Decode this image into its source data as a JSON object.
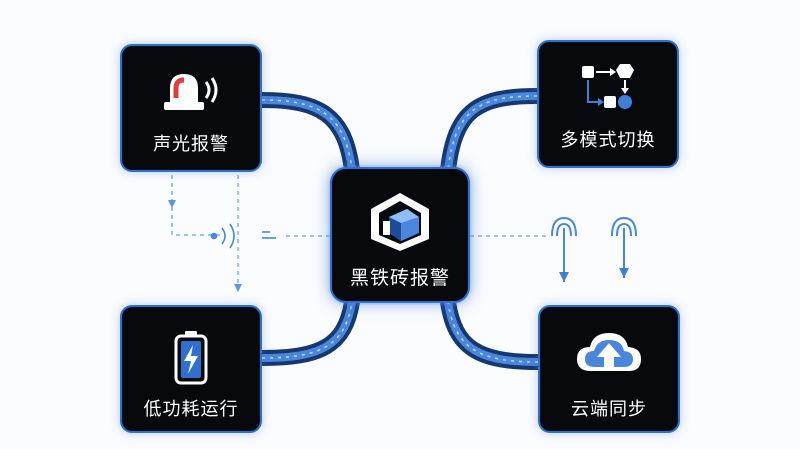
{
  "center": {
    "label": "黑铁砖报警",
    "icon": "black-iron-brick-logo-icon"
  },
  "nodes": {
    "alarm": {
      "label": "声光报警",
      "icon": "siren-light-icon"
    },
    "mode": {
      "label": "多模式切换",
      "icon": "flowchart-icon"
    },
    "power": {
      "label": "低功耗运行",
      "icon": "battery-charging-icon"
    },
    "cloud": {
      "label": "云端同步",
      "icon": "cloud-upload-icon"
    }
  },
  "colors": {
    "card_bg": "#07090d",
    "accent": "#2f6fcf",
    "glow": "#6aa6ff",
    "alarm_red": "#e23b3b"
  }
}
